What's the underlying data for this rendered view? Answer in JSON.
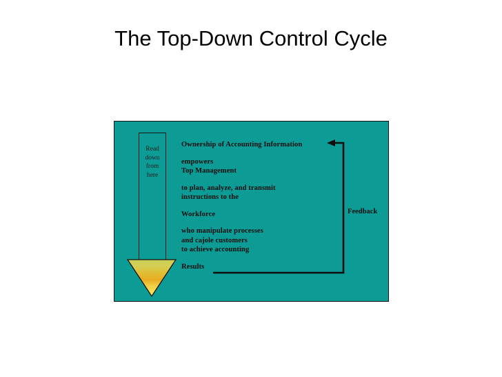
{
  "slide": {
    "title": "The Top-Down Control Cycle"
  },
  "colors": {
    "panel_background": "#0d9b96",
    "panel_border": "#111111",
    "text": "#0d0d0d",
    "arrow_outline": "#131313",
    "arrow_head_gradient_top": "#cdd154",
    "arrow_head_gradient_mid": "#e3b42e",
    "arrow_head_gradient_bottom": "#f6e24a"
  },
  "diagram": {
    "down_arrow": {
      "label_lines": [
        "Read",
        "down",
        "from",
        "here"
      ],
      "direction": "down"
    },
    "stanzas": [
      {
        "lines": [
          "Ownership of Accounting Information"
        ]
      },
      {
        "lines": [
          "empowers",
          "Top Management"
        ]
      },
      {
        "lines": [
          "to plan, analyze, and transmit",
          "instructions to the"
        ]
      },
      {
        "lines": [
          "Workforce"
        ]
      },
      {
        "lines": [
          "who manipulate processes",
          "and cajole customers",
          "to achieve accounting"
        ]
      },
      {
        "lines": [
          "Results"
        ]
      }
    ],
    "feedback": {
      "label": "Feedback",
      "direction": "left",
      "from": "Results",
      "to": "Ownership of Accounting Information"
    }
  }
}
